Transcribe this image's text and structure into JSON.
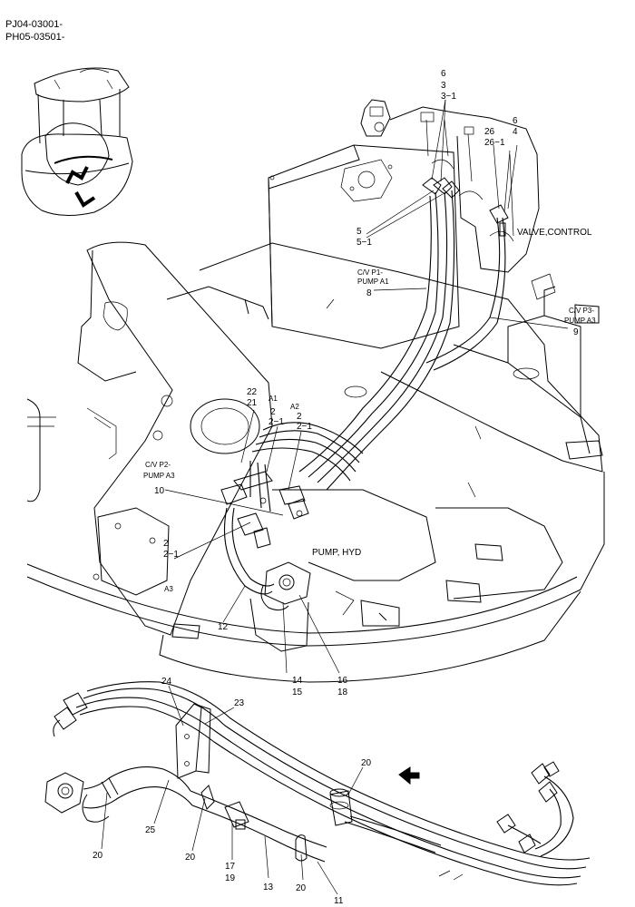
{
  "header": {
    "serial_1": "PJ04-03001-",
    "serial_2": "PH05-03501-"
  },
  "components": {
    "valve_control": "VALVE,CONTROL",
    "pump_hyd": "PUMP, HYD"
  },
  "ports": {
    "cv_p1_a": "C/V P1-",
    "cv_p1_b": "PUMP A1",
    "cv_p2_a": "C/V P2-",
    "cv_p2_b": "PUMP A3",
    "cv_p3_a": "C/V P3-",
    "cv_p3_b": "PUMP A3",
    "a1": "A1",
    "a2": "A2",
    "a3": "A3"
  },
  "callouts": {
    "c6_top": "6",
    "c3": "3",
    "c3_1": "3−1",
    "c26": "26",
    "c26_1": "26−1",
    "c6_right": "6",
    "c4": "4",
    "c5": "5",
    "c5_1": "5−1",
    "c8": "8",
    "c9": "9",
    "c22": "22",
    "c21": "21",
    "c2_a": "2",
    "c2_1_a": "2−1",
    "c2_b": "2",
    "c2_1_b": "2−1",
    "c10": "10",
    "c2_c": "2",
    "c2_1_c": "2−1",
    "c12": "12",
    "c14": "14",
    "c15": "15",
    "c16": "16",
    "c18": "18",
    "c24": "24",
    "c23": "23",
    "c20_a": "20",
    "c20_b": "20",
    "c25": "25",
    "c20_c": "20",
    "c17": "17",
    "c19": "19",
    "c13": "13",
    "c20_d": "20",
    "c11": "11"
  }
}
